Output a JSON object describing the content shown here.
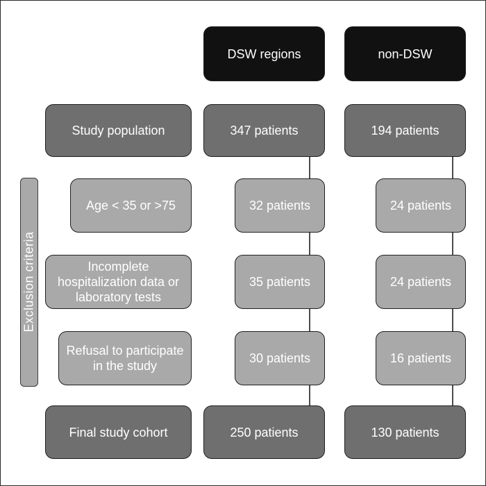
{
  "headers": {
    "dsw": "DSW regions",
    "non_dsw": "non-DSW"
  },
  "side_label": "Exclusion criteria",
  "rows": [
    {
      "label": "Study population",
      "dsw": "347 patients",
      "non_dsw": "194 patients"
    },
    {
      "label": "Age < 35 or >75",
      "dsw": "32 patients",
      "non_dsw": "24 patients"
    },
    {
      "label": "Incomplete hospitalization data or laboratory tests",
      "dsw": "35 patients",
      "non_dsw": "24 patients"
    },
    {
      "label": "Refusal to participate in the study",
      "dsw": "30 patients",
      "non_dsw": "16 patients"
    },
    {
      "label": "Final study cohort",
      "dsw": "250 patients",
      "non_dsw": "130 patients"
    }
  ],
  "colors": {
    "header_fill": "#111111",
    "dark_fill": "#6f6f6f",
    "light_fill": "#a9a9a9",
    "text": "#ffffff",
    "line": "#111111"
  }
}
